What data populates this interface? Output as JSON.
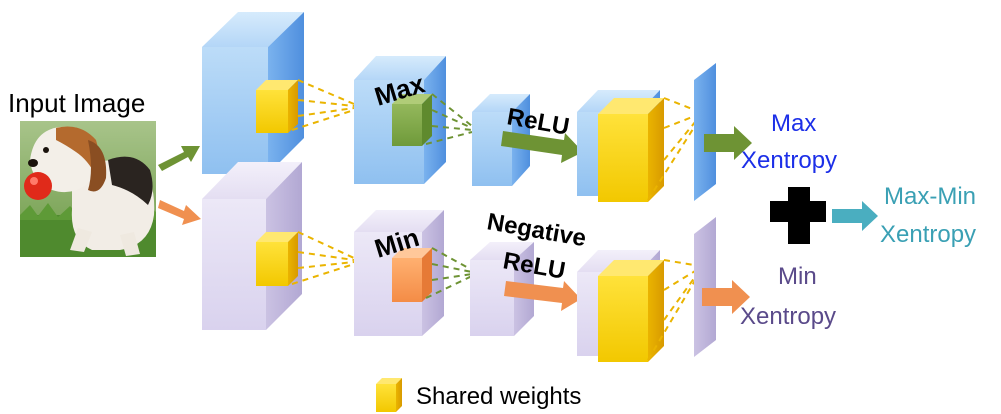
{
  "labels": {
    "input_image": "Input Image",
    "max_op": "Max",
    "min_op": "Min",
    "relu": "ReLU",
    "negative": "Negative",
    "negative_relu": "ReLU",
    "max_xentropy_line1": "Max",
    "max_xentropy_line2": "Xentropy",
    "min_xentropy_line1": "Min",
    "min_xentropy_line2": "Xentropy",
    "maxmin_line1": "Max-Min",
    "maxmin_line2": "Xentropy",
    "legend_shared_weights": "Shared weights"
  },
  "colors": {
    "max_branch_face": "#a9d3f7",
    "max_branch_side": "#5f9ee6",
    "min_branch_face": "#e6e0f4",
    "min_branch_side": "#b8aed6",
    "kernel_yellow": "#f5d000",
    "kernel_yellow_side": "#e2a900",
    "green_arrow": "#6e9334",
    "orange_arrow": "#f09050",
    "max_text": "#1c2fe8",
    "min_text": "#5a4a8a",
    "maxmin_text": "#3aa0b4",
    "plus": "#000000"
  },
  "icons": {
    "input_image": "dog-photo",
    "plus": "plus-icon",
    "combine_arrow": "arrow-right-icon"
  }
}
